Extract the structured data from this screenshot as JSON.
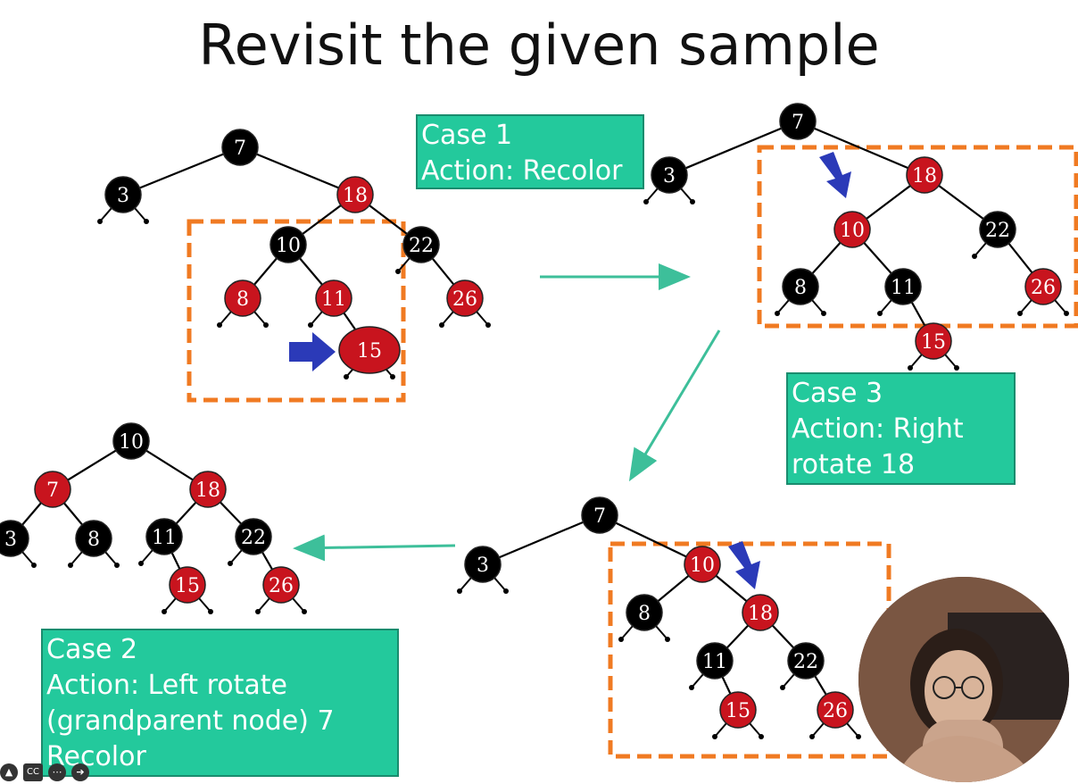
{
  "slide": {
    "title": "Revisit the given sample"
  },
  "cases": {
    "case1": {
      "line1": "Case 1",
      "line2": "Action: Recolor"
    },
    "case3": {
      "line1": "Case 3",
      "line2": "Action: Right",
      "line3": "rotate 18"
    },
    "case2": {
      "line1": "Case 2",
      "line2": "Action: Left rotate",
      "line3": "(grandparent node) 7",
      "line4": "Recolor"
    }
  },
  "colors": {
    "red_node": "#c8141e",
    "black_node": "#000000",
    "case_box": "#23c99c",
    "dashed_box": "#f07a22",
    "arrow": "#3dbf9a",
    "pointer": "#2b3ab8"
  },
  "trees": {
    "tree1": {
      "n7": "7",
      "n3": "3",
      "n18": "18",
      "n10": "10",
      "n22": "22",
      "n8": "8",
      "n11": "11",
      "n26": "26",
      "n15": "15"
    },
    "tree2": {
      "n7": "7",
      "n3": "3",
      "n18": "18",
      "n10": "10",
      "n22": "22",
      "n8": "8",
      "n11": "11",
      "n26": "26",
      "n15": "15"
    },
    "tree3": {
      "n7": "7",
      "n3": "3",
      "n10": "10",
      "n8": "8",
      "n18": "18",
      "n11": "11",
      "n22": "22",
      "n15": "15",
      "n26": "26"
    },
    "tree4": {
      "n10": "10",
      "n7": "7",
      "n18": "18",
      "n3": "3",
      "n8": "8",
      "n11": "11",
      "n22": "22",
      "n15": "15",
      "n26": "26"
    }
  },
  "player": {
    "controls": [
      "warning-icon",
      "cc-icon",
      "more-icon",
      "next-icon"
    ],
    "cc_label": "CC"
  }
}
